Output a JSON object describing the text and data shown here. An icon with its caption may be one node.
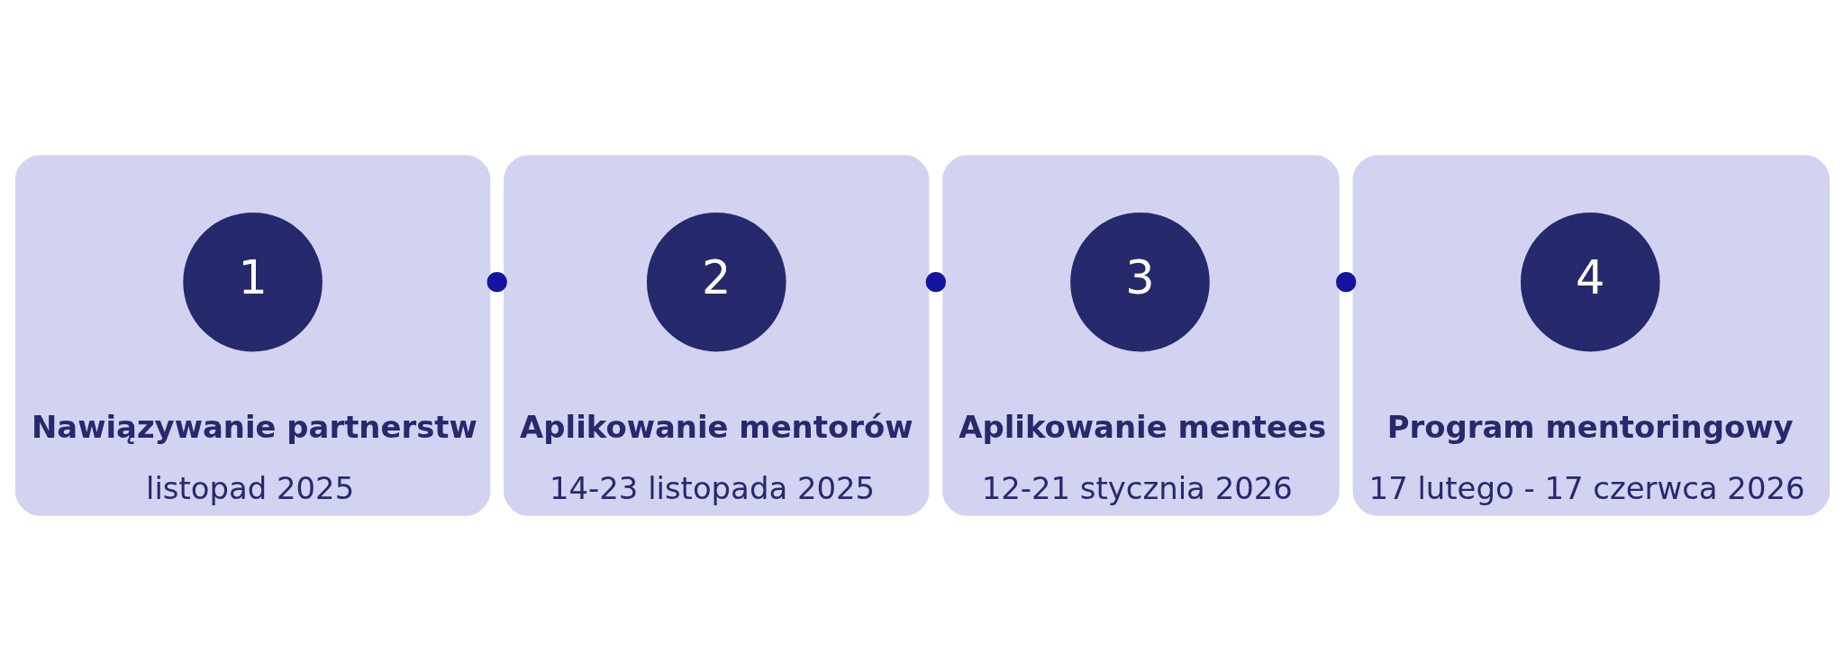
{
  "diagram": {
    "nodes": [
      {
        "text": [
          "Nawiązywanie partnerstw",
          "listopad 2025"
        ]
      },
      {
        "text": [
          "1"
        ],
        "in": 0
      },
      {
        "text": [
          "Aplikowanie mentorów",
          "14-23 listopada 2025"
        ]
      },
      {
        "text": [
          "2"
        ],
        "in": 2
      },
      {
        "text": [
          "Aplikowanie mentees",
          "12-21 stycznia 2026"
        ]
      },
      {
        "text": [
          "3"
        ],
        "in": 4
      },
      {
        "text": [
          "Program mentoringowy",
          "17 lutego - 17 czerwca 2026"
        ]
      },
      {
        "text": [
          "4"
        ],
        "in": 6
      }
    ],
    "edges": [
      {
        "from": 0,
        "to": 2,
        "arrow": "other"
      },
      {
        "from": 2,
        "to": 4,
        "arrow": "other"
      },
      {
        "from": 4,
        "to": 6,
        "arrow": "other"
      }
    ]
  }
}
